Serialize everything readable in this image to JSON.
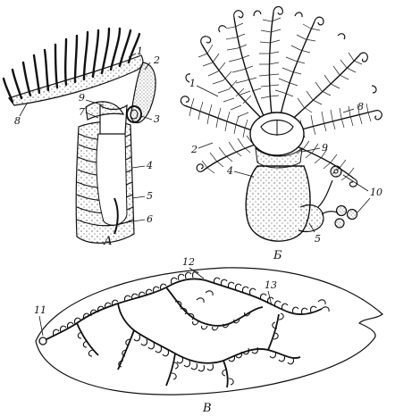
{
  "figure": {
    "panels": {
      "a": "А",
      "b": "Б",
      "c": "В"
    },
    "labels_a": [
      "1",
      "2",
      "3",
      "4",
      "5",
      "6",
      "7",
      "8",
      "9"
    ],
    "labels_b": [
      "1",
      "2",
      "4",
      "5",
      "8",
      "9",
      "10"
    ],
    "labels_c": [
      "11",
      "12",
      "13"
    ]
  }
}
